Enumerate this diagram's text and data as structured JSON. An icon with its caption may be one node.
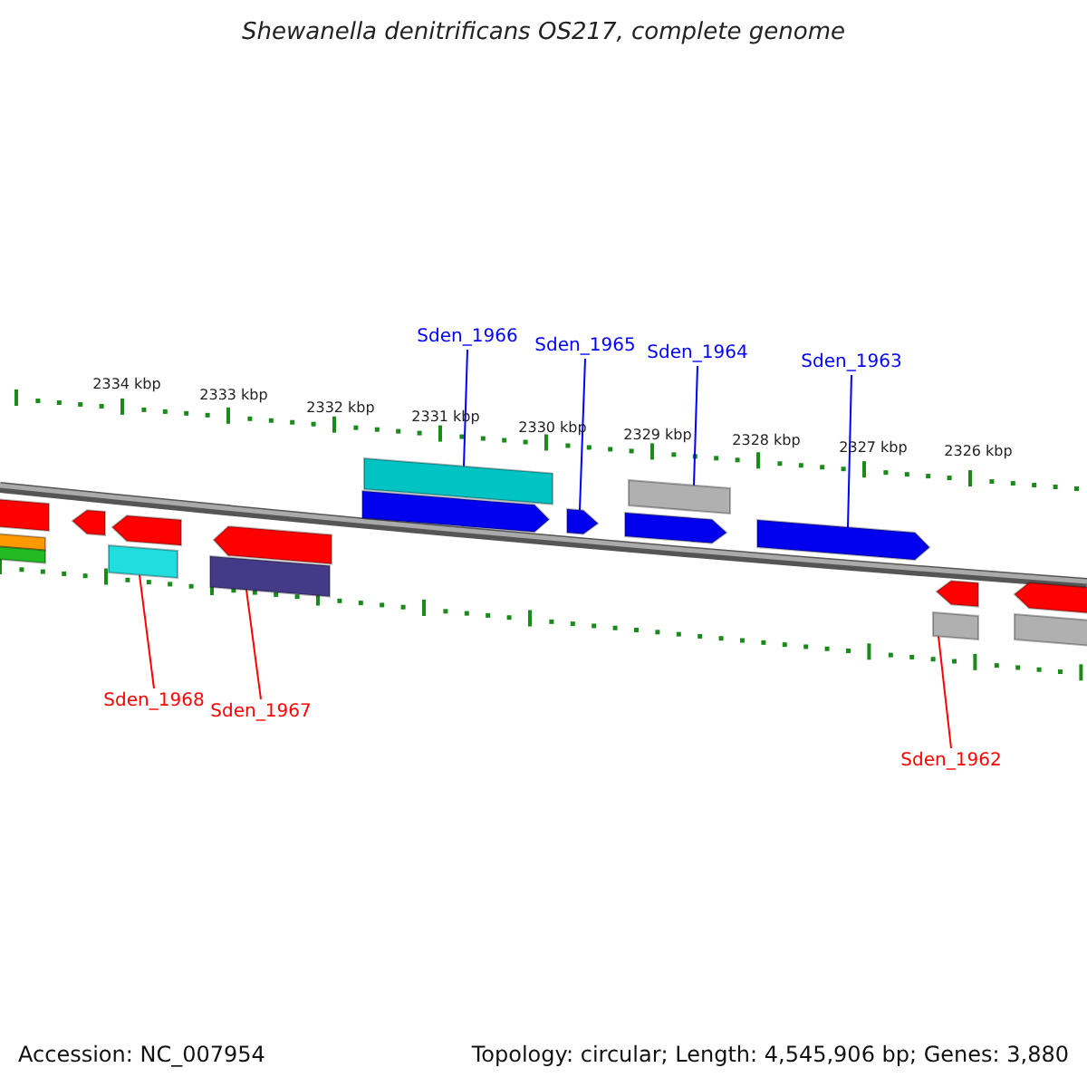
{
  "diagram": {
    "title": "Shewanella denitrificans OS217, complete genome",
    "nodes": [
      {
        "text": [
          "Sden_1966"
        ]
      },
      {
        "text": [
          "Sden_1965"
        ]
      },
      {
        "text": [
          "Sden_1964"
        ]
      },
      {
        "text": [
          "Sden_1963"
        ]
      },
      {
        "text": [
          "Sden_1968"
        ]
      },
      {
        "text": [
          "Sden_1967"
        ]
      },
      {
        "text": [
          "Sden_1962"
        ]
      },
      {
        "text": [],
        "shape": "bar"
      },
      {
        "text": [],
        "shape": "bar"
      },
      {
        "text": [],
        "shape": "bar"
      },
      {
        "text": [],
        "shape": "arrow"
      },
      {
        "text": [],
        "shape": "bar"
      },
      {
        "text": [],
        "shape": "arrow"
      },
      {
        "text": [],
        "shape": "bar"
      },
      {
        "text": [],
        "shape": "arrow"
      },
      {
        "text": [],
        "shape": "arrow"
      },
      {
        "text": [],
        "shape": "bar"
      },
      {
        "text": [],
        "shape": "arrow"
      },
      {
        "text": [],
        "shape": "arrow"
      },
      {
        "text": [],
        "shape": "bar"
      },
      {
        "text": [],
        "shape": "arrow"
      },
      {
        "text": [],
        "shape": "bar"
      },
      {
        "text": [],
        "shape": "arrow"
      },
      {
        "text": [],
        "shape": "arrow"
      },
      {
        "text": [],
        "shape": "bar"
      }
    ],
    "edges": [
      {
        "from": 0,
        "to": 16,
        "arrow": "none"
      },
      {
        "from": 1,
        "to": 17,
        "arrow": "none"
      },
      {
        "from": 2,
        "to": 19,
        "arrow": "none"
      },
      {
        "from": 3,
        "to": 20,
        "arrow": "none"
      },
      {
        "from": 4,
        "to": 11,
        "arrow": "none",
        "color": "#ff0000"
      },
      {
        "from": 5,
        "to": 13,
        "arrow": "none",
        "color": "#ff0000"
      },
      {
        "from": 6,
        "to": 21,
        "arrow": "none",
        "color": "#ff0000"
      }
    ],
    "labels": [
      "2334 kbp",
      "2333 kbp",
      "2332 kbp",
      "2331 kbp",
      "2330 kbp",
      "2329 kbp",
      "2328 kbp",
      "2327 kbp",
      "2326 kbp",
      "Accession: NC_007954",
      "Topology: circular; Length: 4,545,906 bp; Genes: 3,880"
    ]
  }
}
